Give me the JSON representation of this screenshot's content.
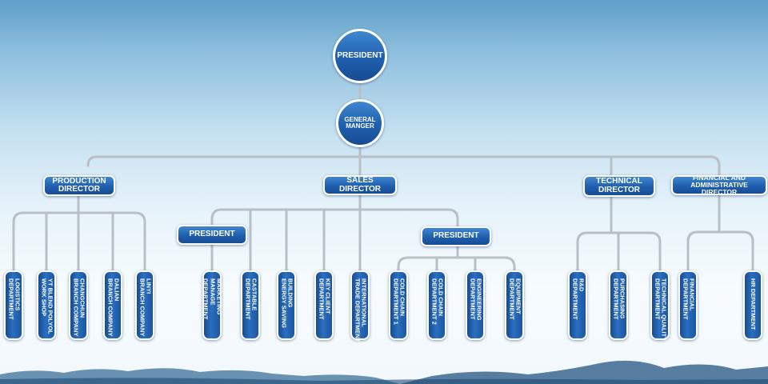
{
  "top": {
    "president": "PRESIDENT",
    "general_manager": [
      "GENERAL",
      "MANGER"
    ]
  },
  "directors": {
    "production": [
      "PRODUCTION",
      "DIRECTOR"
    ],
    "sales": "SALES DIRECTOR",
    "technical": [
      "TECHNICAL",
      "DIRECTOR"
    ],
    "financial": [
      "FINANCIAL AND",
      "ADMINISTRATIVE DIRECTOR"
    ]
  },
  "sub_presidents": {
    "left": "PRESIDENT",
    "right": "PRESIDENT"
  },
  "production_departments": [
    [
      "LOGISTICS",
      "DEPARTMENT"
    ],
    [
      "YT BLEND POLYOL",
      "WORK SHOP"
    ],
    [
      "CHANGCHUN",
      "BRANCH COMPANY"
    ],
    [
      "DALIAN",
      "BRANCH COMPANY"
    ],
    [
      "LINYI",
      "BRANCH COMPANY"
    ]
  ],
  "sales_left_departments": [
    [
      "MARKETING",
      "MANAGE",
      "DEPARTMENT"
    ],
    [
      "CASTABLE",
      "DEPARTMENT"
    ],
    [
      "BUILDING",
      "ENERGY SAVING"
    ],
    [
      "KEY CLIENT",
      "DEPARTMENT"
    ]
  ],
  "sales_direct_department": [
    "INTERNATIONAL",
    "TRADE DEPARTMENT"
  ],
  "sales_right_departments": [
    [
      "COLD CHAIN",
      "DEPARTMENT 1"
    ],
    [
      "COLD CHAIN",
      "DEPARTMENT 2"
    ],
    [
      "ENGINEERING",
      "DEPARTMENT"
    ],
    [
      "EQUIPMENT",
      "DEPARTMENT"
    ]
  ],
  "technical_departments": [
    [
      "R&D",
      "DEPARTMENT"
    ],
    [
      "PURCHASING",
      "DEPARTMENT"
    ],
    [
      "TECHNICAL QUALITY",
      "DEPARTMENT"
    ]
  ],
  "financial_departments": [
    [
      "FINANCIAL",
      "DEPARTMENT"
    ],
    [
      "HR DEPARTMENT"
    ]
  ],
  "colors": {
    "node_fill": "#1f5fae",
    "node_border": "#ffffff",
    "connector": "#b8bfc6",
    "sky_top": "#5e9fc9"
  }
}
